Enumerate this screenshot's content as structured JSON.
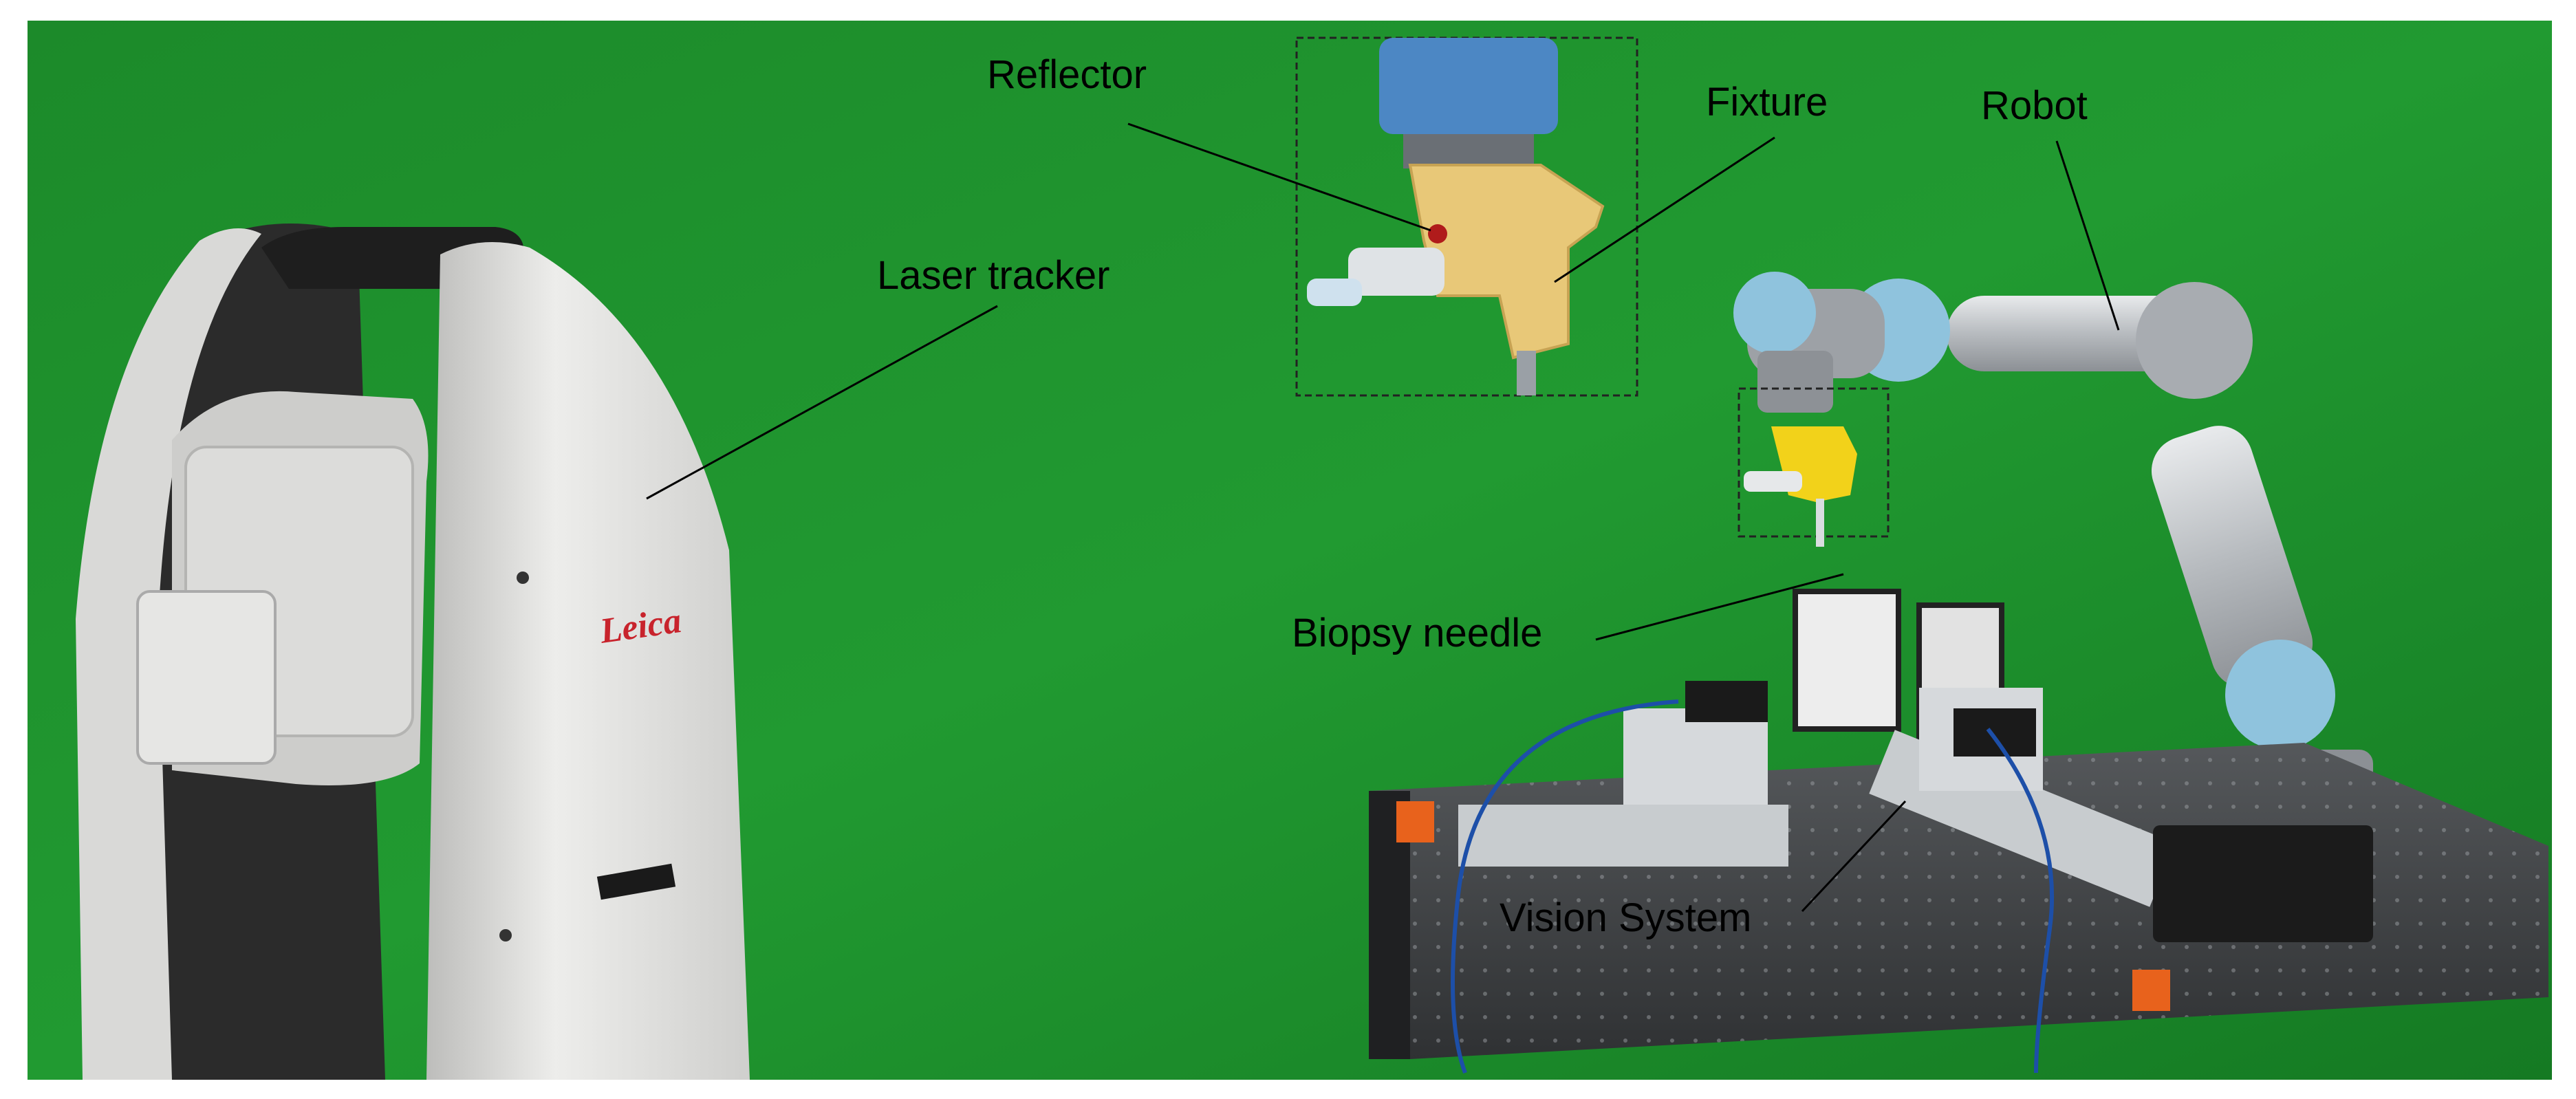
{
  "labels": {
    "reflector": "Reflector",
    "fixture": "Fixture",
    "robot": "Robot",
    "laser_tracker": "Laser tracker",
    "biopsy_needle": "Biopsy needle",
    "vision_system": "Vision System"
  },
  "brand_text": "Leica",
  "colors": {
    "background_screen": "#1f8a2c",
    "tracker_body": "#e2e2e0",
    "robot_arm": "#c9ccd0",
    "robot_joint_cap": "#8fc3dd",
    "fixture": "#e8c878",
    "fixture_small": "#f2d21a",
    "table": "#3d3f41",
    "leica_red": "#c8232c",
    "cable": "#1d4fa8"
  }
}
